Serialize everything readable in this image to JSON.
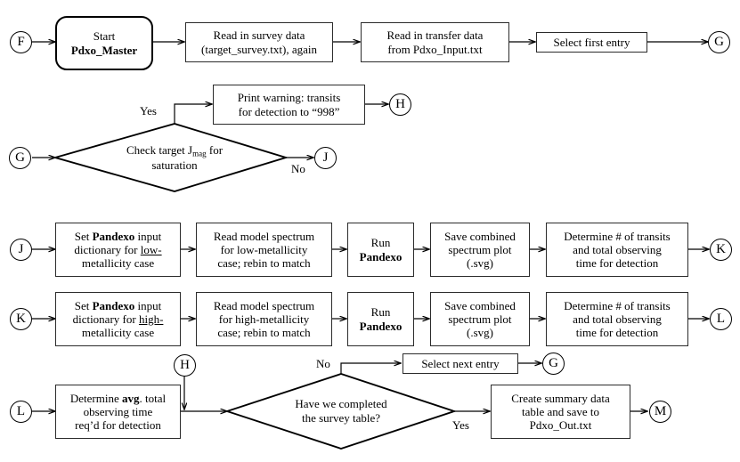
{
  "diagram": {
    "title": "Pdxo_Master flowchart",
    "connectors": {
      "f": "F",
      "g_top": "G",
      "h_top": "H",
      "g_left": "G",
      "j_right": "J",
      "j_left": "J",
      "k_right": "K",
      "k_left": "K",
      "l_right": "L",
      "l_left": "L",
      "h_bottom": "H",
      "g_bottom": "G",
      "m_right": "M"
    },
    "nodes": {
      "start": {
        "line1": "Start",
        "line2": "Pdxo_Master"
      },
      "read_survey": {
        "line1": "Read in survey data",
        "line2": "(target_survey.txt), again"
      },
      "read_transfer": {
        "line1": "Read in transfer data",
        "line2": "from Pdxo_Input.txt"
      },
      "select_first": {
        "line1": "Select first entry"
      },
      "print_warning": {
        "line1": "Print warning: transits",
        "line2": "for detection to “998”"
      },
      "check_jmag": {
        "line1_pre": "Check target J",
        "line1_sub": "mag",
        "line1_post": " for",
        "line2": "saturation"
      },
      "set_low": {
        "line1_pre": "Set ",
        "line1_bold": "Pandexo",
        "line1_post": " input",
        "line2_pre": "dictionary for ",
        "line2_underline": "low-",
        "line3": "metallicity case"
      },
      "read_low": {
        "line1": "Read model spectrum",
        "line2": "for low-metallicity",
        "line3": "case; rebin to match"
      },
      "run_low": {
        "line1": "Run",
        "line2": "Pandexo"
      },
      "save_low": {
        "line1": "Save combined",
        "line2": "spectrum plot",
        "line3": "(.svg)"
      },
      "determine_low": {
        "line1": "Determine # of transits",
        "line2": "and total observing",
        "line3": "time for detection"
      },
      "set_high": {
        "line1_pre": "Set ",
        "line1_bold": "Pandexo",
        "line1_post": " input",
        "line2_pre": "dictionary for ",
        "line2_underline": "high-",
        "line3": "metallicity case"
      },
      "read_high": {
        "line1": "Read model spectrum",
        "line2": "for high-metallicity",
        "line3": "case; rebin to match"
      },
      "run_high": {
        "line1": "Run",
        "line2": "Pandexo"
      },
      "save_high": {
        "line1": "Save combined",
        "line2": "spectrum plot",
        "line3": "(.svg)"
      },
      "determine_high": {
        "line1": "Determine # of transits",
        "line2": "and total observing",
        "line3": "time for detection"
      },
      "determine_avg": {
        "line1_pre": "Determine ",
        "line1_bold": "avg",
        "line1_post": ". total",
        "line2": "observing time",
        "line3": "req’d for detection"
      },
      "survey_complete": {
        "line1": "Have we completed",
        "line2": "the survey table?"
      },
      "select_next": {
        "line1": "Select next entry"
      },
      "create_summary": {
        "line1": "Create summary data",
        "line2": "table and save to",
        "line3": "Pdxo_Out.txt"
      }
    },
    "edge_labels": {
      "yes_top": "Yes",
      "no_top": "No",
      "no_bottom": "No",
      "yes_bottom": "Yes"
    },
    "colors": {
      "stroke": "#000000",
      "box_border": "#2b2b2b",
      "background": "#ffffff"
    }
  }
}
